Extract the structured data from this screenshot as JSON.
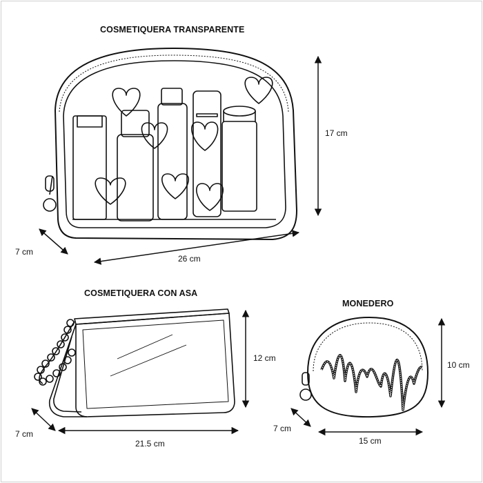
{
  "products": [
    {
      "name": "COSMETIQUERA TRANSPARENTE",
      "height": "17 cm",
      "width": "26 cm",
      "depth": "7 cm"
    },
    {
      "name": "COSMETIQUERA CON ASA",
      "height": "12 cm",
      "width": "21.5 cm",
      "depth": "7 cm"
    },
    {
      "name": "MONEDERO",
      "height": "10 cm",
      "width": "15 cm",
      "depth": "7 cm"
    }
  ],
  "colors": {
    "line": "#111111",
    "background": "#ffffff",
    "border": "#cfcfcf"
  }
}
